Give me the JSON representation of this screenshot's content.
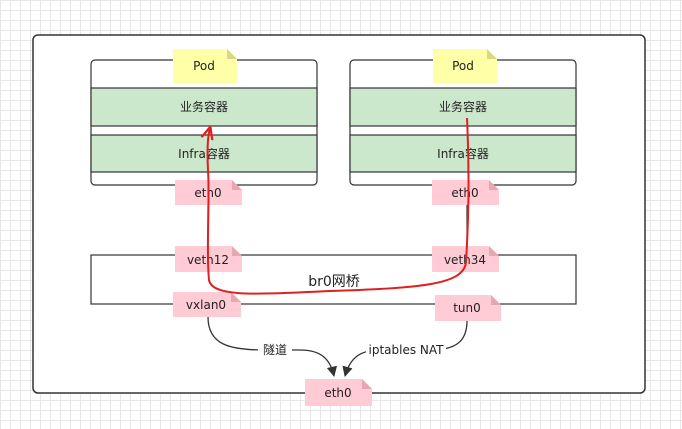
{
  "pods": [
    {
      "note": "Pod",
      "app_container": "业务容器",
      "infra_container": "Infra容器",
      "eth": "eth0"
    },
    {
      "note": "Pod",
      "app_container": "业务容器",
      "infra_container": "Infra容器",
      "eth": "eth0"
    }
  ],
  "bridge": {
    "label": "br0网桥",
    "veth_left": "veth12",
    "veth_right": "veth34"
  },
  "tunnels": {
    "left_device": "vxlan0",
    "right_device": "tun0"
  },
  "edges": {
    "left_label": "隧道",
    "right_label": "iptables NAT"
  },
  "host_eth": "eth0",
  "colors": {
    "note": "#ffffa8",
    "container": "#cce8cc",
    "tag": "#ffccd5",
    "path": "#e02020"
  }
}
